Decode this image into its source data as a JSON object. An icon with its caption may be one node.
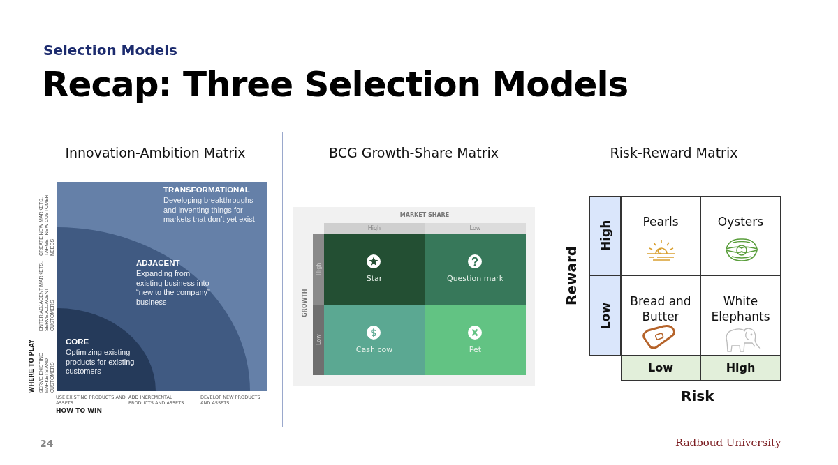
{
  "diagram": {
    "title": "Recap: Three Selection Models",
    "nodes": [
      {
        "text": [
          "Innovation-Ambition Matrix"
        ]
      },
      {
        "text": [
          "TRANSFORMATIONAL",
          "Developing breakthroughs and inventing things for markets that don’t yet exist"
        ],
        "in": 0
      },
      {
        "text": [
          "ADJACENT",
          "Expanding from existing business into “new to the company” business"
        ],
        "in": 1
      },
      {
        "text": [
          "CORE",
          "Optimizing existing products for existing customers"
        ],
        "in": 2
      },
      {
        "text": [
          "BCG Growth-Share Matrix"
        ]
      },
      {
        "text": [
          "High"
        ],
        "in": 4
      },
      {
        "text": [
          "Low"
        ],
        "in": 4
      },
      {
        "text": [
          "High"
        ],
        "in": 4
      },
      {
        "text": [
          "Star"
        ],
        "in": 4
      },
      {
        "text": [
          "Question mark"
        ],
        "in": 4
      },
      {
        "text": [
          "Low"
        ],
        "in": 4
      },
      {
        "text": [
          "Cash cow"
        ],
        "in": 4
      },
      {
        "text": [
          "Pet"
        ],
        "in": 4
      },
      {
        "text": [
          "Risk-Reward Matrix"
        ]
      },
      {
        "text": [
          "High"
        ],
        "in": 13
      },
      {
        "text": [
          "Pearls"
        ],
        "in": 13
      },
      {
        "text": [
          "Oysters"
        ],
        "in": 13
      },
      {
        "text": [
          "Low"
        ],
        "in": 13
      },
      {
        "text": [
          "Bread and Butter"
        ],
        "in": 13
      },
      {
        "text": [
          "White Elephants"
        ],
        "in": 13
      },
      {
        "text": [
          "Low"
        ],
        "in": 13
      },
      {
        "text": [
          "High"
        ],
        "in": 13
      }
    ],
    "labels": [
      "Selection Models",
      "CREATE NEW MARKETS, TARGET NEW CUSTOMER NEEDS",
      "ENTER ADJACENT MARKETS, SERVE ADJACENT CUSTOMERS",
      "WHERE TO PLAY",
      "SERVE EXISTING MARKETS AND CUSTOMERS",
      "USE EXISTING PRODUCTS AND ASSETS",
      "ADD INCREMENTAL PRODUCTS AND ASSETS",
      "DEVELOP NEW PRODUCTS AND ASSETS",
      "HOW TO WIN",
      "MARKET SHARE",
      "GROWTH",
      "Reward",
      "Risk",
      "24",
      "Radboud University"
    ]
  }
}
